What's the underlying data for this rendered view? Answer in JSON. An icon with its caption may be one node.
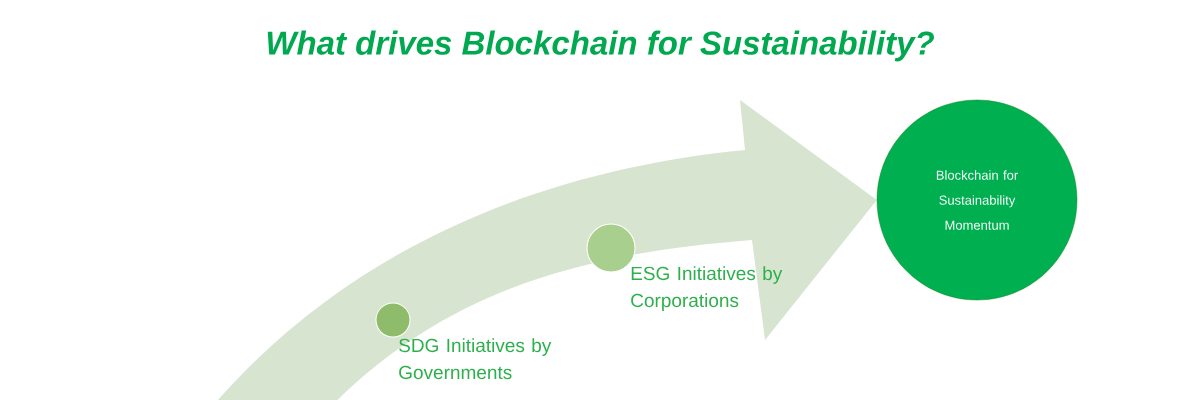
{
  "diagram": {
    "title": "What drives Blockchain for Sustainability?",
    "nodes": [
      {
        "text": [],
        "shape": "circle",
        "beside": [
          "SDG Initiatives by Governments"
        ]
      },
      {
        "text": [],
        "shape": "circle",
        "beside": [
          "ESG Initiatives by Corporations"
        ]
      },
      {
        "text": [
          "Blockchain for Sustainability Momentum"
        ]
      }
    ],
    "edges": [
      {
        "from": null,
        "to": 2,
        "arrow": "to",
        "style": "thick"
      }
    ]
  }
}
